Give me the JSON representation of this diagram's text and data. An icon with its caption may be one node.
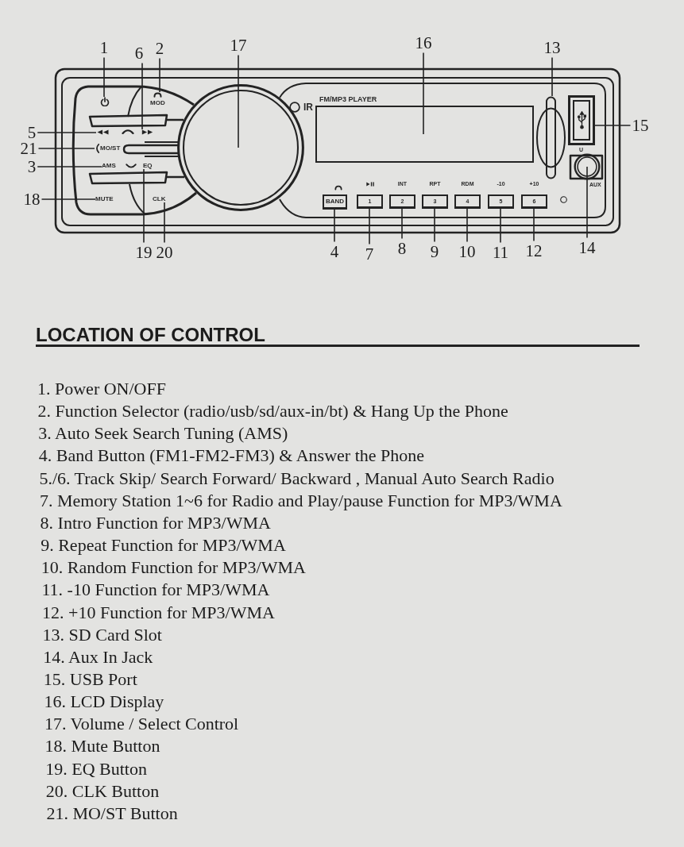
{
  "diagram": {
    "title": "LOCATION OF CONTROL",
    "nodes": [
      {
        "text": [
          "1"
        ]
      },
      {
        "text": [
          "6"
        ]
      },
      {
        "text": [
          "2"
        ]
      },
      {
        "text": [
          "17"
        ]
      },
      {
        "text": [
          "16"
        ]
      },
      {
        "text": [
          "13"
        ]
      },
      {
        "text": [
          "5"
        ]
      },
      {
        "text": [
          "21"
        ]
      },
      {
        "text": [
          "3"
        ]
      },
      {
        "text": [
          "18"
        ]
      },
      {
        "text": [
          "15"
        ]
      },
      {
        "text": [
          "19"
        ]
      },
      {
        "text": [
          "20"
        ]
      },
      {
        "text": [
          "4"
        ]
      },
      {
        "text": [
          "7"
        ]
      },
      {
        "text": [
          "8"
        ]
      },
      {
        "text": [
          "9"
        ]
      },
      {
        "text": [
          "10"
        ]
      },
      {
        "text": [
          "11"
        ]
      },
      {
        "text": [
          "12"
        ]
      },
      {
        "text": [
          "14"
        ]
      },
      {
        "text": [],
        "shape": "picture"
      },
      {
        "text": [],
        "shape": "picture"
      },
      {
        "text": [
          "MOD"
        ]
      },
      {
        "text": [],
        "shape": "circle"
      },
      {
        "text": [],
        "shape": "box"
      },
      {
        "text": [],
        "shape": "slot"
      },
      {
        "text": [],
        "shape": "picture"
      },
      {
        "text": [
          "MO/ST"
        ]
      },
      {
        "text": [
          "AMS"
        ]
      },
      {
        "text": [
          "MUTE"
        ]
      },
      {
        "text": [],
        "shape": "box"
      },
      {
        "text": [
          "EQ"
        ]
      },
      {
        "text": [
          "CLK"
        ]
      },
      {
        "text": [
          "BAND"
        ]
      },
      {
        "text": [
          "1"
        ]
      },
      {
        "text": [
          "2"
        ],
        "beside": [
          "INT"
        ]
      },
      {
        "text": [
          "3"
        ],
        "beside": [
          "RPT"
        ]
      },
      {
        "text": [
          "4"
        ],
        "beside": [
          "RDM"
        ]
      },
      {
        "text": [
          "5"
        ],
        "beside": [
          "-10"
        ]
      },
      {
        "text": [
          "6"
        ],
        "beside": [
          "+10"
        ]
      },
      {
        "text": [],
        "shape": "circle"
      }
    ],
    "edges": [
      {
        "from": 0,
        "to": 21,
        "arrow": "none"
      },
      {
        "from": 1,
        "to": 22,
        "arrow": "none"
      },
      {
        "from": 2,
        "to": 23,
        "arrow": "none"
      },
      {
        "from": 3,
        "to": 24,
        "arrow": "none"
      },
      {
        "from": 4,
        "to": 25,
        "arrow": "none"
      },
      {
        "from": 5,
        "to": 26,
        "arrow": "none"
      },
      {
        "from": 6,
        "to": 27,
        "arrow": "none"
      },
      {
        "from": 7,
        "to": 28,
        "arrow": "none"
      },
      {
        "from": 8,
        "to": 29,
        "arrow": "none"
      },
      {
        "from": 9,
        "to": 30,
        "arrow": "none"
      },
      {
        "from": 10,
        "to": 31,
        "arrow": "none"
      },
      {
        "from": 11,
        "to": 32,
        "arrow": "none"
      },
      {
        "from": 12,
        "to": 33,
        "arrow": "none"
      },
      {
        "from": 13,
        "to": 34,
        "arrow": "none"
      },
      {
        "from": 14,
        "to": 35,
        "arrow": "none"
      },
      {
        "from": 15,
        "to": 36,
        "arrow": "none"
      },
      {
        "from": 16,
        "to": 37,
        "arrow": "none"
      },
      {
        "from": 17,
        "to": 38,
        "arrow": "none"
      },
      {
        "from": 18,
        "to": 39,
        "arrow": "none"
      },
      {
        "from": 19,
        "to": 40,
        "arrow": "none"
      },
      {
        "from": 20,
        "to": 41,
        "arrow": "none"
      }
    ],
    "labels": [
      "IR",
      "FM/MP3 PLAYER",
      "U",
      "AUX",
      "1. Power ON/OFF",
      "2. Function Selector (radio/usb/sd/aux-in/bt) & Hang Up the Phone",
      "3. Auto Seek Search Tuning (AMS)",
      "4. Band Button (FM1-FM2-FM3) & Answer the Phone",
      "5./6. Track Skip/ Search Forward/ Backward , Manual Auto Search Radio",
      "7. Memory Station 1~6 for Radio and Play/pause Function for MP3/WMA",
      "8. Intro Function for MP3/WMA",
      "9. Repeat Function for MP3/WMA",
      "10. Random Function for MP3/WMA",
      "11. -10 Function for MP3/WMA",
      "12. +10 Function for MP3/WMA",
      "13. SD Card Slot",
      "14. Aux In Jack",
      "15. USB Port",
      "16. LCD Display",
      "17. Volume / Select Control",
      "18. Mute Button",
      "19. EQ Button",
      "20. CLK Button",
      "21. MO/ST Button"
    ]
  }
}
